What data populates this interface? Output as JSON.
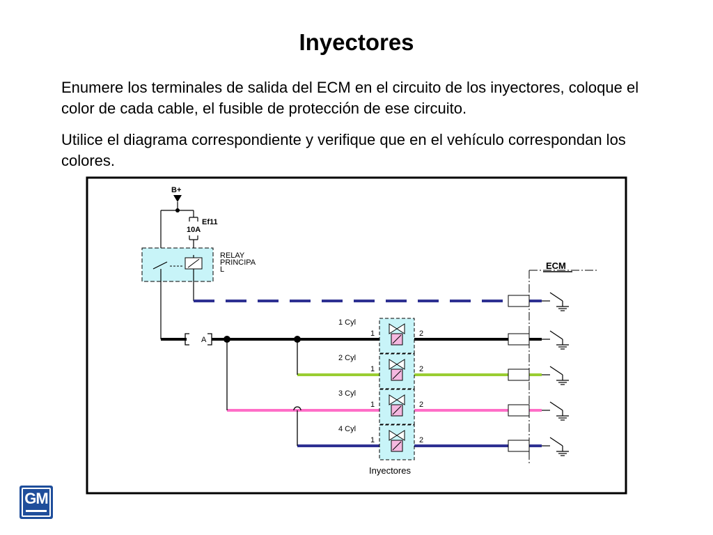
{
  "slide": {
    "title": "Inyectores",
    "paragraph_1": "Enumere los terminales de salida del ECM en el circuito de los inyectores, coloque el color de cada cable, el fusible de protección de ese circuito.",
    "paragraph_2": "Utilice el diagrama correspondiente y verifique que en el vehículo correspondan los colores."
  },
  "diagram": {
    "supply_label": "B+",
    "fuse_name": "Ef11",
    "fuse_rating": "10A",
    "relay_label_lines": [
      "RELAY",
      "PRINCIPA",
      "L"
    ],
    "connector_label": "A",
    "ecm_label": "ECM",
    "injector_group_label": "Inyectores",
    "pin_in": "1",
    "pin_out": "2",
    "cylinders": [
      {
        "label": "1 Cyl",
        "wire_color": "#000000"
      },
      {
        "label": "2 Cyl",
        "wire_color": "#9acd32"
      },
      {
        "label": "3 Cyl",
        "wire_color": "#ff6ec7"
      },
      {
        "label": "4 Cyl",
        "wire_color": "#2e3192"
      }
    ],
    "relay_control_wire_color": "#2e3192"
  },
  "logo": {
    "text": "GM"
  }
}
